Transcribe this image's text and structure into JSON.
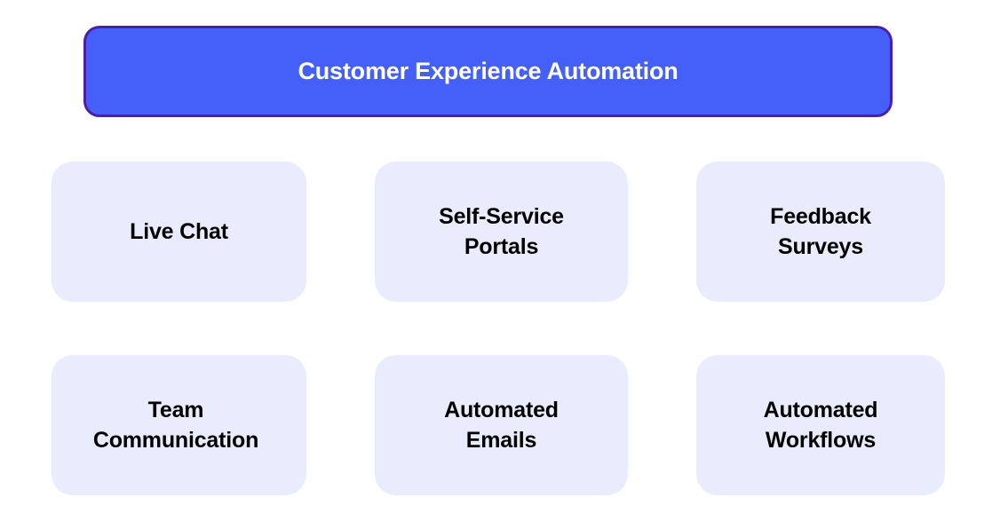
{
  "diagram": {
    "type": "hierarchy",
    "background_color": "#ffffff",
    "root": {
      "label": "Customer Experience Automation",
      "fill_color": "#4560f8",
      "border_color": "#4a1fb0",
      "text_color": "#ffffff"
    },
    "children_style": {
      "fill_color": "#e9ecfd",
      "text_color": "#000000"
    },
    "children": [
      {
        "label": "Live Chat"
      },
      {
        "label": "Self-Service\nPortals"
      },
      {
        "label": "Feedback\nSurveys"
      },
      {
        "label": "Team\nCommunication"
      },
      {
        "label": "Automated\nEmails"
      },
      {
        "label": "Automated\nWorkflows"
      }
    ]
  }
}
